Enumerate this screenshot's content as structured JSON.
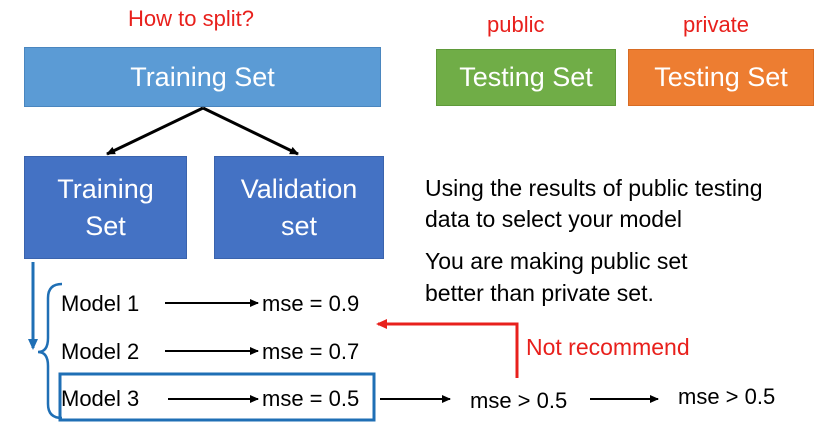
{
  "labels": {
    "how_to_split": "How to split?",
    "public": "public",
    "private": "private",
    "not_recommend": "Not recommend"
  },
  "boxes": {
    "training_set_top": "Training Set",
    "testing_public": "Testing Set",
    "testing_private": "Testing Set",
    "training_sub_line1": "Training",
    "training_sub_line2": "Set",
    "validation_line1": "Validation",
    "validation_line2": "set"
  },
  "models": [
    {
      "name": "Model 1",
      "result": "mse = 0.9"
    },
    {
      "name": "Model 2",
      "result": "mse = 0.7"
    },
    {
      "name": "Model 3",
      "result": "mse = 0.5"
    }
  ],
  "outcomes": {
    "public_mse": "mse > 0.5",
    "private_mse": "mse > 0.5"
  },
  "explanation": [
    "Using the results of public testing",
    "data to select your model",
    "You are making public set",
    "better than private set."
  ],
  "colors": {
    "training_blue": "#5b9bd5",
    "sub_blue": "#4472c4",
    "public_green": "#70ad47",
    "private_orange": "#ed7d31",
    "red": "#e8201c",
    "highlight_blue": "#1f6fb5"
  }
}
